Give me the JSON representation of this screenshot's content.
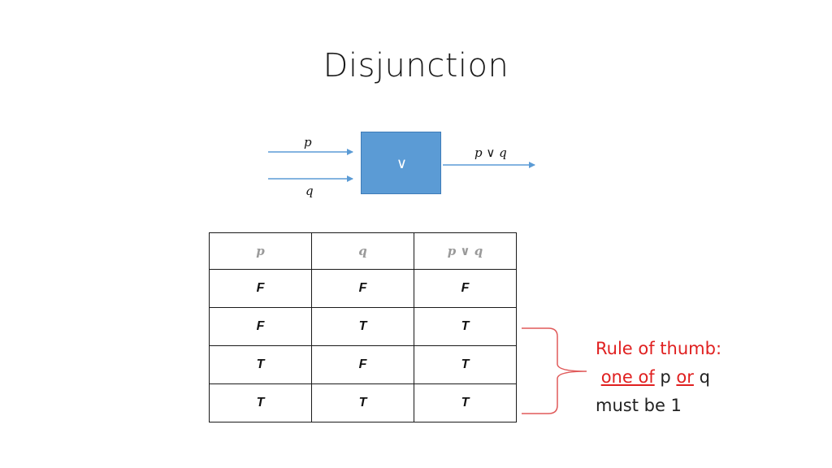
{
  "title": "Disjunction",
  "gate": {
    "input_1": "p",
    "input_2": "q",
    "symbol": "∨",
    "output": "p ∨ q"
  },
  "truth_table": {
    "headers": [
      "p",
      "q",
      "p ∨ q"
    ],
    "rows": [
      [
        "F",
        "F",
        "F"
      ],
      [
        "F",
        "T",
        "T"
      ],
      [
        "T",
        "F",
        "T"
      ],
      [
        "T",
        "T",
        "T"
      ]
    ]
  },
  "note": {
    "line1": "Rule of thumb:",
    "line2_part1": "one of",
    "line2_part2": "p",
    "line2_part3": "or",
    "line2_part4": "q",
    "line3": "must be 1"
  },
  "colors": {
    "gate_fill": "#5b9bd5",
    "arrow": "#5b9bd5",
    "note_red": "#e02020",
    "brace": "#e05a5a"
  }
}
